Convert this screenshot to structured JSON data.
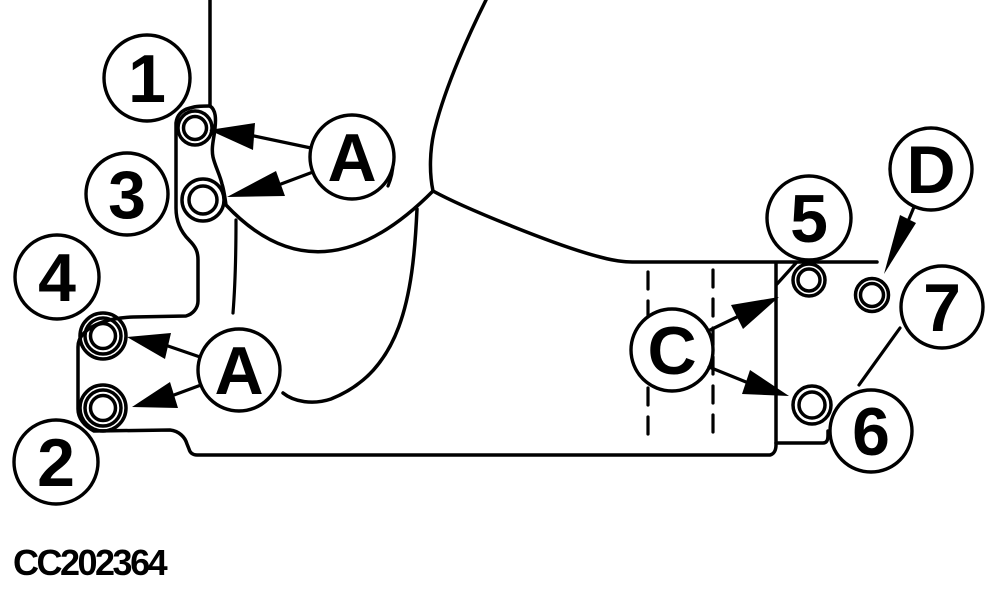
{
  "figure": {
    "code": "CC202364",
    "description": "Bolt location callout diagram"
  },
  "colors": {
    "ink": "#000000",
    "background": "#ffffff"
  },
  "callouts": {
    "c1": "1",
    "c2": "2",
    "c3": "3",
    "c4": "4",
    "c5": "5",
    "c6": "6",
    "c7": "7",
    "cA": "A",
    "cC": "C",
    "cD": "D"
  }
}
